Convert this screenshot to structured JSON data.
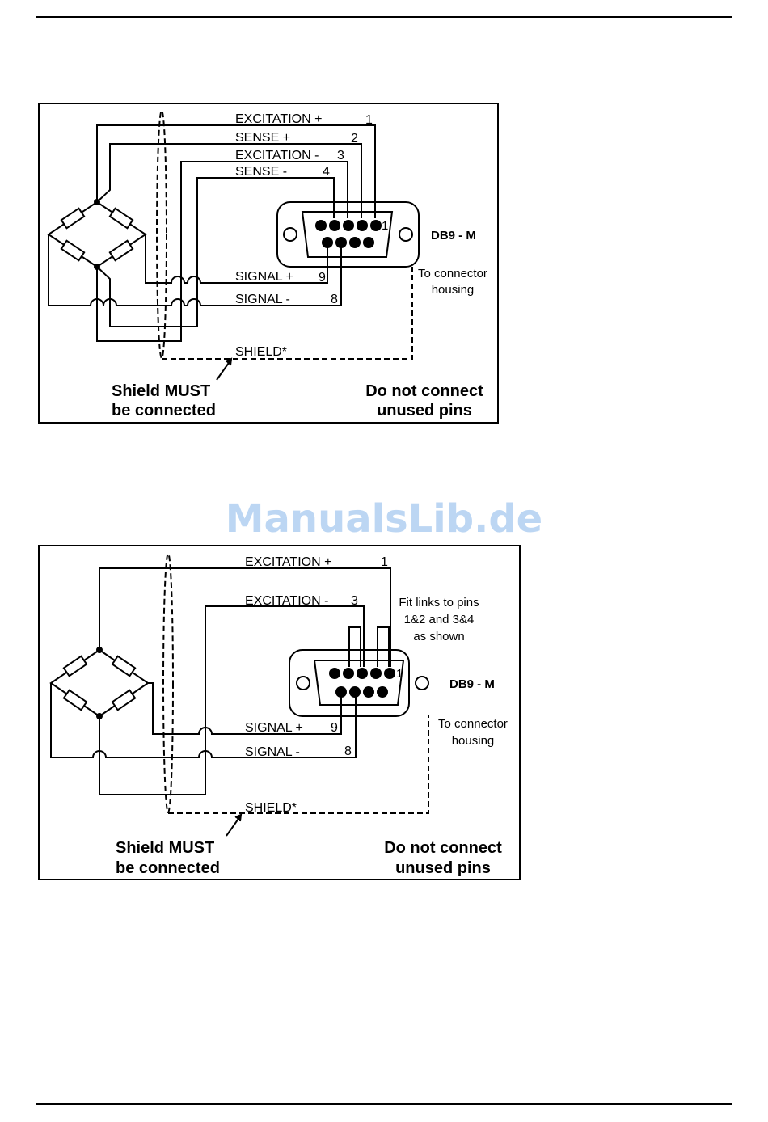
{
  "watermark": "ManualsLib.de",
  "diagram_6wire": {
    "excitation_plus": "EXCITATION +",
    "pin1": "1",
    "sense_plus": "SENSE +",
    "pin2": "2",
    "excitation_minus": "EXCITATION -",
    "pin3": "3",
    "sense_minus": "SENSE -",
    "pin4": "4",
    "signal_plus": "SIGNAL +",
    "pin9": "9",
    "signal_minus": "SIGNAL -",
    "pin8": "8",
    "shield": "SHIELD*",
    "connector_pin1": "1",
    "connector": "DB9 - M",
    "housing_line1": "To connector",
    "housing_line2": "housing",
    "shield_note_line1": "Shield MUST",
    "shield_note_line2": "be connected",
    "unused_line1": "Do not connect",
    "unused_line2": "unused pins"
  },
  "diagram_4wire": {
    "excitation_plus": "EXCITATION +",
    "pin1": "1",
    "excitation_minus": "EXCITATION -",
    "pin3": "3",
    "links_line1": "Fit links to pins",
    "links_line2": "1&2 and 3&4",
    "links_line3": "as shown",
    "signal_plus": "SIGNAL +",
    "pin9": "9",
    "signal_minus": "SIGNAL -",
    "pin8": "8",
    "shield": "SHIELD*",
    "connector_pin1": "1",
    "connector": "DB9 - M",
    "housing_line1": "To connector",
    "housing_line2": "housing",
    "shield_note_line1": "Shield MUST",
    "shield_note_line2": "be connected",
    "unused_line1": "Do not connect",
    "unused_line2": "unused pins"
  }
}
